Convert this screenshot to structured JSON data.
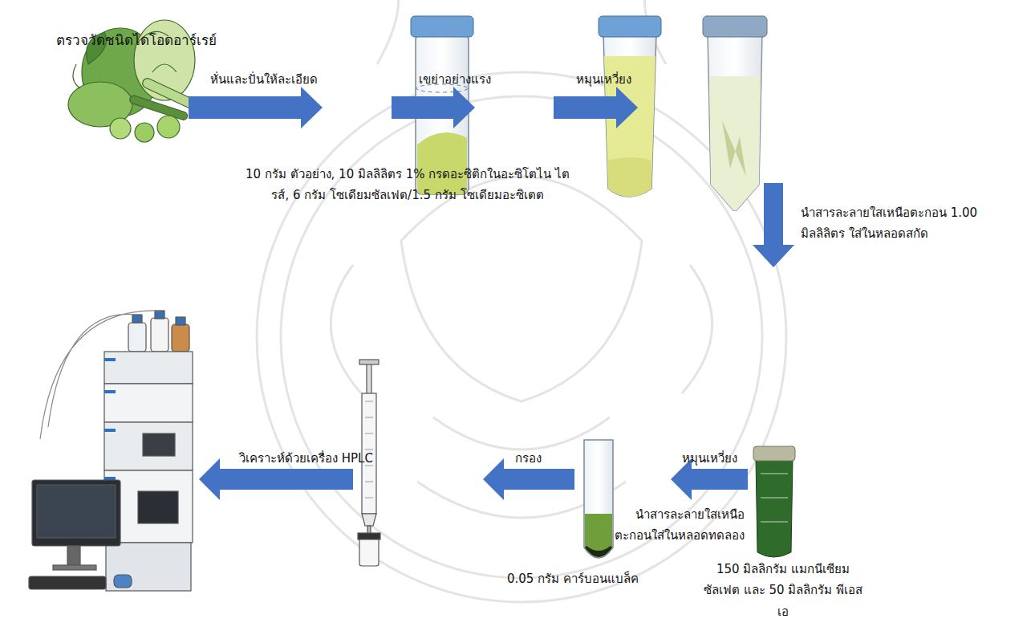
{
  "diagram": {
    "labels": [
      "ตรวจวัดชนิดไดโอดอาร์เรย์",
      "หั่นและปั่นให้ละเอียด",
      "เขย่าอย่างแรง",
      "หมุนเหวี่ยง",
      "10 กรัม ตัวอย่าง, 10 มิลลิลิตร 1% กรดอะซิติกในอะซิโตไน ไตรส์, 6 กรัม โซเดียมซัลเฟต/1.5 กรัม โซเดียมอะซิเตต",
      "นำสารละลายใสเหนือตะกอน 1.00 มิลลิลิตร ใส่ในหลอดสกัด",
      "150 มิลลิกรัม แมกนีเซียมซัลเฟต และ 50 มิลลิกรัม พีเอสเอ",
      "นำสารละลายใสเหนือ ตะกอนใส่ในหลอดทดลอง",
      "หมุนเหวี่ยง",
      "กรอง",
      "วิเคราะห์ด้วยเครื่อง HPLC",
      "0.05 กรัม คาร์บอนแบล็ค"
    ]
  }
}
